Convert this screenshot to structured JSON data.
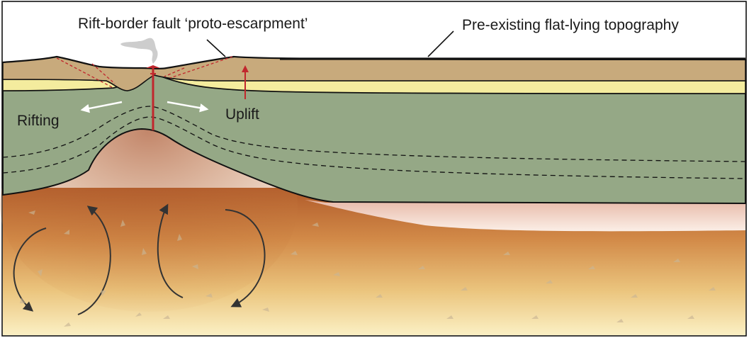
{
  "labels": {
    "fault": "Rift-border fault ‘proto-escarpment’",
    "topography": "Pre-existing flat-lying topography",
    "rifting": "Rifting",
    "uplift": "Uplift"
  },
  "colors": {
    "topsoil": "#c8aa7c",
    "yellow_band": "#f4ec9e",
    "crust": "#95a886",
    "mantle_top": "#b8622e",
    "mantle_bottom": "#fbf0c4",
    "pink_layer": "#eec9bd",
    "fault_red": "#c1272d",
    "arrow_white": "#ffffff",
    "convection_arrow": "#333333",
    "smoke": "#c8c8c8"
  }
}
